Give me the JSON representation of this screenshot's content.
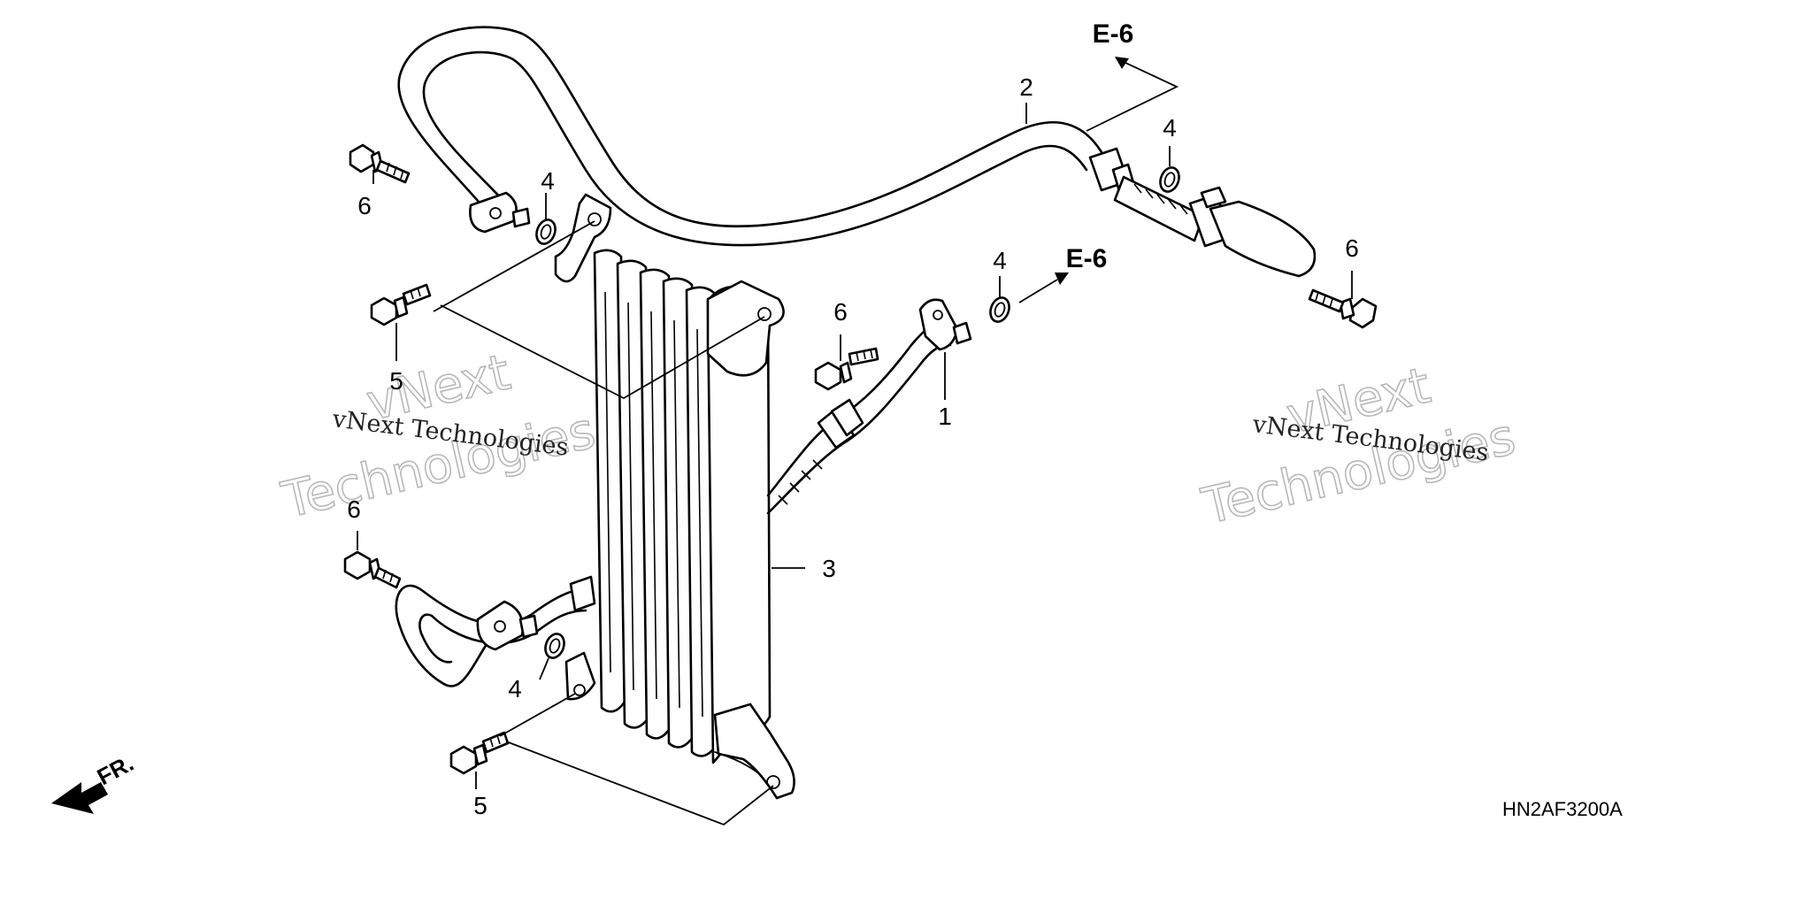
{
  "callouts": {
    "part1": "1",
    "part2": "2",
    "part3": "3",
    "part4_a": "4",
    "part4_b": "4",
    "part4_c": "4",
    "part4_d": "4",
    "part5_a": "5",
    "part5_b": "5",
    "part6_a": "6",
    "part6_b": "6",
    "part6_c": "6",
    "part6_d": "6"
  },
  "references": {
    "ref_top": "E-6",
    "ref_mid": "E-6"
  },
  "front_indicator": "FR.",
  "diagram_code": "HN2AF3200A",
  "watermarks": {
    "left_small": "vNext Technologies",
    "left_big_1": "vNext",
    "left_big_2": "Technologies",
    "right_small": "vNext Technologies",
    "right_big_1": "vNext",
    "right_big_2": "Technologies"
  }
}
